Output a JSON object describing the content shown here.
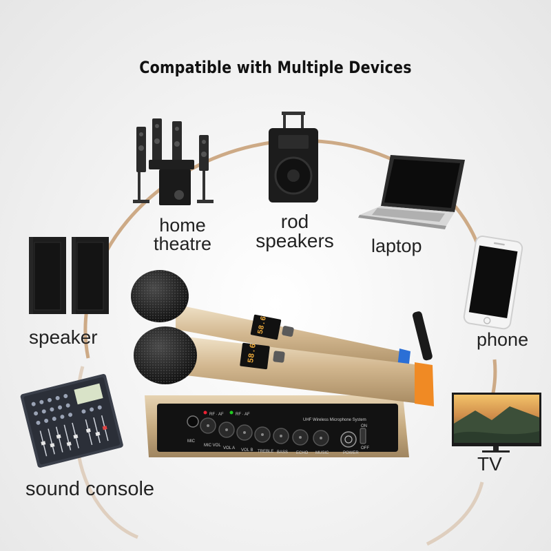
{
  "title": "Compatible with Multiple Devices",
  "devices": {
    "home_theatre": {
      "line1": "home",
      "line2": "theatre"
    },
    "rod_speakers": {
      "line1": "rod",
      "line2": "speakers"
    },
    "laptop": "laptop",
    "speaker": "speaker",
    "phone": "phone",
    "tv": "TV",
    "sound_console": "sound console"
  },
  "receiver": {
    "panel_labels": [
      "MIC",
      "MIC VOL",
      "VOL A",
      "VOL B",
      "TREBLE",
      "BASS",
      "ECHO",
      "MUSIC",
      "POWER"
    ],
    "brand_text": "UHF Wireless Microphone System",
    "channel_a": "RF · AF",
    "channel_b": "RF · AF",
    "power_on": "ON",
    "power_off": "OFF"
  },
  "mic_display": "58.6",
  "colors": {
    "arc": "#c9a27a",
    "gold": "#c9b08a",
    "orange_ring": "#f08a24",
    "blue_ring": "#2b6fd6"
  }
}
